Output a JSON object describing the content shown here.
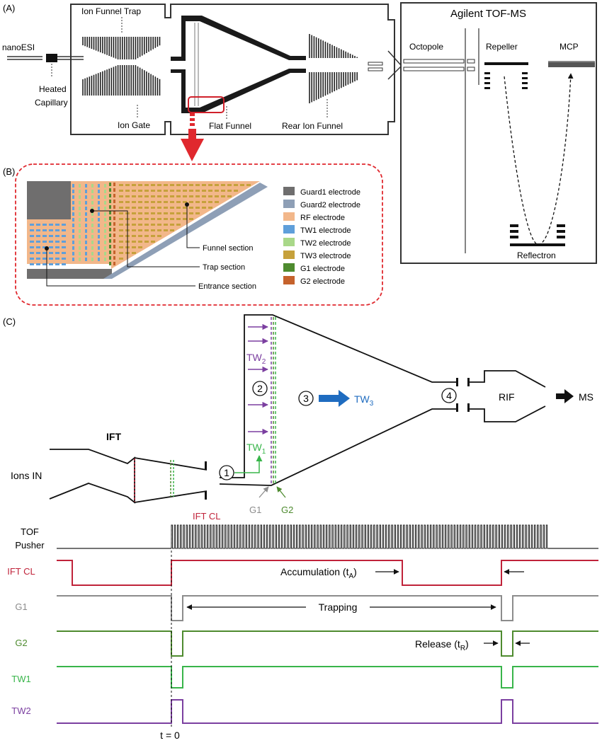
{
  "panel_a": {
    "label": "(A)",
    "nanoesi": "nanoESI",
    "heated_capillary_line1": "Heated",
    "heated_capillary_line2": "Capillary",
    "ion_funnel_trap": "Ion Funnel Trap",
    "ion_gate": "Ion Gate",
    "flat_funnel": "Flat Funnel",
    "rear_ion_funnel": "Rear Ion Funnel",
    "tof_title": "Agilent TOF-MS",
    "octopole": "Octopole",
    "repeller": "Repeller",
    "mcp": "MCP",
    "reflectron": "Reflectron"
  },
  "panel_b": {
    "label": "(B)",
    "callouts": [
      "Funnel section",
      "Trap section",
      "Entrance section"
    ],
    "legend": [
      {
        "label": "Guard1 electrode",
        "color": "#6f6e6e"
      },
      {
        "label": "Guard2 electrode",
        "color": "#8e9fb6"
      },
      {
        "label": "RF electrode",
        "color": "#f2b78a"
      },
      {
        "label": "TW1 electrode",
        "color": "#5f9fda"
      },
      {
        "label": "TW2 electrode",
        "color": "#a9d889"
      },
      {
        "label": "TW3 electrode",
        "color": "#c6a13b"
      },
      {
        "label": "G1 electrode",
        "color": "#4e8b2f"
      },
      {
        "label": "G2 electrode",
        "color": "#c5622c"
      }
    ]
  },
  "panel_c": {
    "label": "(C)",
    "ift": "IFT",
    "ions_in": "Ions IN",
    "ift_cl": "IFT CL",
    "g1": "G1",
    "g2": "G2",
    "tw": "TW",
    "sub_1": "1",
    "sub_2": "2",
    "sub_3": "3",
    "rif": "RIF",
    "ms": "MS",
    "circle_1": "1",
    "circle_2": "2",
    "circle_3": "3",
    "circle_4": "4"
  },
  "timing": {
    "rows": [
      {
        "label_line1": "TOF",
        "label_line2": "Pusher",
        "color": "#222222"
      },
      {
        "label": "IFT CL",
        "color": "#c0233a"
      },
      {
        "label": "G1",
        "color": "#8c8c8c"
      },
      {
        "label": "G2",
        "color": "#4e8b2f"
      },
      {
        "label": "TW1",
        "color": "#38b54a"
      },
      {
        "label": "TW2",
        "color": "#7b3fa0"
      }
    ],
    "accumulation": "Accumulation (t",
    "accumulation_sub": "A",
    "trapping": "Trapping",
    "release": "Release (t",
    "release_sub": "R",
    "close_paren": ")",
    "t0": "t = 0"
  }
}
